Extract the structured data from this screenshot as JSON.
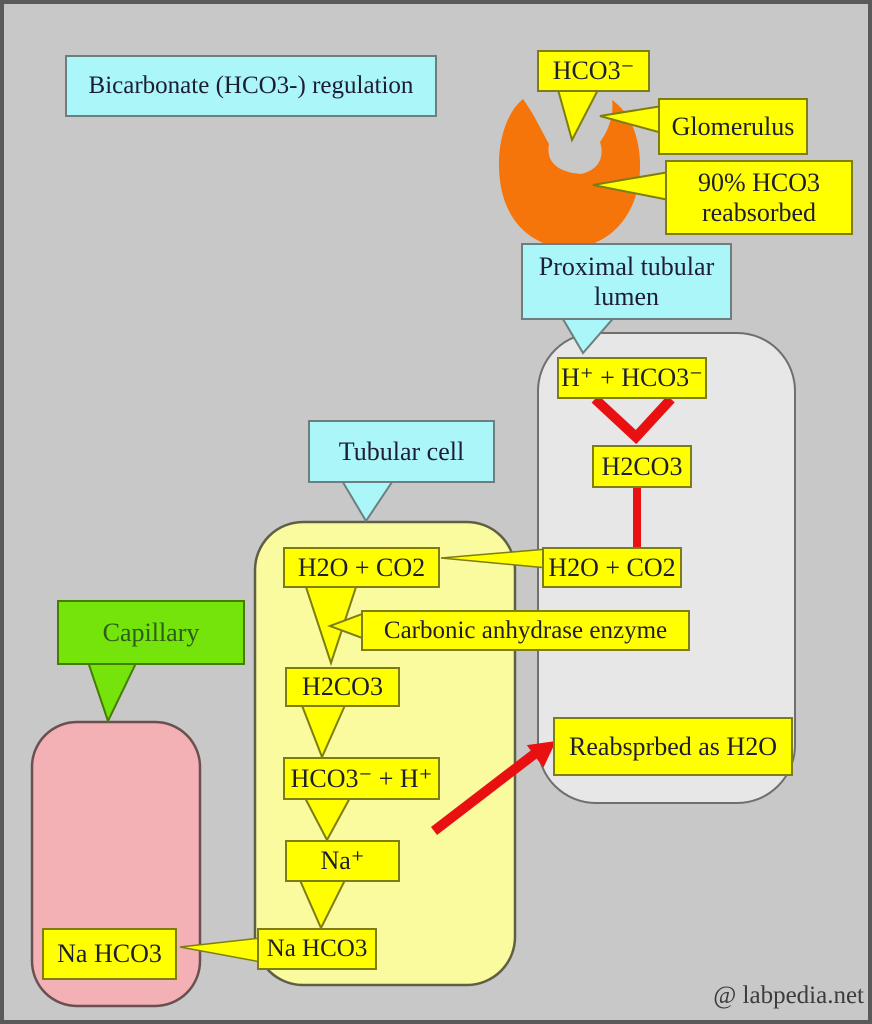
{
  "title": "Bicarbonate (HCO3-) regulation",
  "glomerulus_section": {
    "filtered_hco3": "HCO3⁻",
    "glomerulus": "Glomerulus",
    "reabsorbed_note": "90% HCO3 reabsorbed",
    "proximal_lumen": "Proximal tubular lumen"
  },
  "lumen": {
    "reaction": "H⁺ + HCO3⁻",
    "h2co3": "H2CO3",
    "h2o_co2": "H2O + CO2",
    "reabsorbed_water": "Reabsprbed as H2O"
  },
  "tubular_cell": {
    "label": "Tubular cell",
    "h2o_co2": "H2O + CO2",
    "enzyme": "Carbonic anhydrase enzyme",
    "h2co3": "H2CO3",
    "hco3_h": "HCO3⁻ + H⁺",
    "sodium": "Na⁺",
    "na_hco3": "Na HCO3"
  },
  "capillary": {
    "label": "Capillary",
    "na_hco3": "Na HCO3"
  },
  "watermark": "@ labpedia.net",
  "colors": {
    "background": "#c8c8c8",
    "callout_yellow": "#ffff00",
    "cell_fill": "#fafa9e",
    "lumen_fill": "#e7e7e7",
    "capillary_fill": "#f3b1b5",
    "label_cyan": "#abf6f8",
    "capillary_green": "#74e40a",
    "glomerulus_orange": "#f5750a",
    "arrow_red": "#e81010"
  }
}
